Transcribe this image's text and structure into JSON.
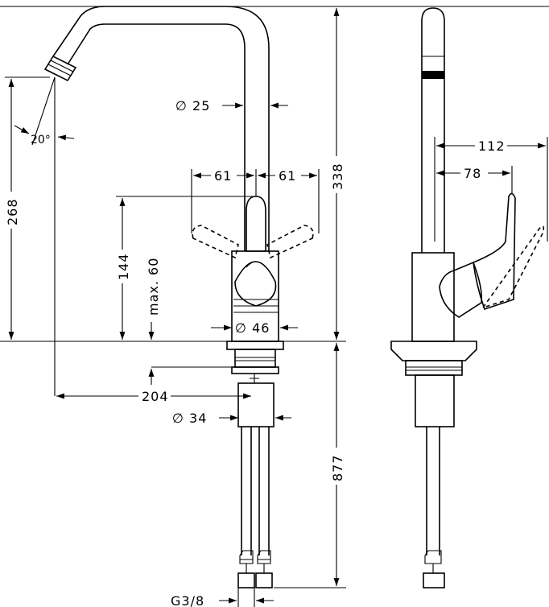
{
  "dimensions": {
    "outlet_diameter": "∅ 25",
    "lever_left": "61",
    "lever_right": "61",
    "total_height": "338",
    "spout_height": "268",
    "lever_height": "144",
    "max_thickness": "max. 60",
    "body_diameter": "∅ 46",
    "reach": "204",
    "shank_diameter": "∅ 34",
    "below_counter": "877",
    "connection": "G3/8",
    "angle": "20°",
    "side_reach": "112",
    "side_lever": "78"
  }
}
